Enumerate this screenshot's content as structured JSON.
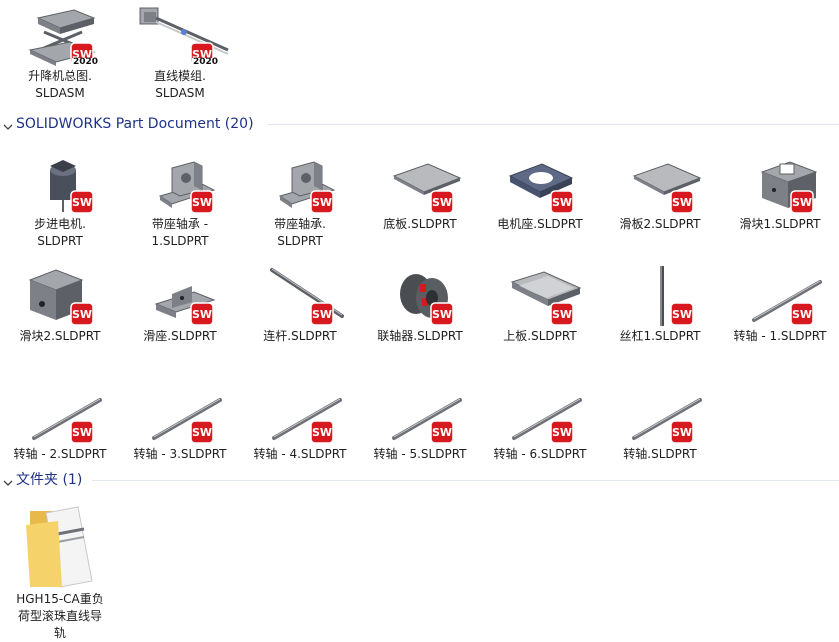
{
  "assemblies": [
    {
      "name": "升降机总图.\nSLDASM",
      "icon": "assembly-lift-icon",
      "badge_year": "2020"
    },
    {
      "name": "直线模组.\nSLDASM",
      "icon": "assembly-linear-module-icon",
      "badge_year": "2020"
    }
  ],
  "part_group": {
    "title": "SOLIDWORKS Part Document (20)",
    "items": [
      {
        "name": "步进电机.\nSLDPRT",
        "icon": "stepper-motor-icon"
      },
      {
        "name": "带座轴承 -\n1.SLDPRT",
        "icon": "pillow-bearing-icon"
      },
      {
        "name": "带座轴承.\nSLDPRT",
        "icon": "pillow-bearing-icon"
      },
      {
        "name": "底板.SLDPRT",
        "icon": "plate-icon"
      },
      {
        "name": "电机座.SLDPRT",
        "icon": "motor-mount-icon"
      },
      {
        "name": "滑板2.SLDPRT",
        "icon": "plate-icon"
      },
      {
        "name": "滑块1.SLDPRT",
        "icon": "slider-block-icon"
      },
      {
        "name": "滑块2.SLDPRT",
        "icon": "cube-block-icon"
      },
      {
        "name": "滑座.SLDPRT",
        "icon": "slide-seat-icon"
      },
      {
        "name": "连杆.SLDPRT",
        "icon": "rod-icon"
      },
      {
        "name": "联轴器.SLDPRT",
        "icon": "coupling-icon"
      },
      {
        "name": "上板.SLDPRT",
        "icon": "channel-plate-icon"
      },
      {
        "name": "丝杠1.SLDPRT",
        "icon": "lead-screw-icon"
      },
      {
        "name": "转轴 - 1.SLDPRT",
        "icon": "shaft-icon"
      },
      {
        "name": "转轴 - 2.SLDPRT",
        "icon": "shaft-icon"
      },
      {
        "name": "转轴 - 3.SLDPRT",
        "icon": "shaft-icon"
      },
      {
        "name": "转轴 - 4.SLDPRT",
        "icon": "shaft-icon"
      },
      {
        "name": "转轴 - 5.SLDPRT",
        "icon": "shaft-icon"
      },
      {
        "name": "转轴 - 6.SLDPRT",
        "icon": "shaft-icon"
      },
      {
        "name": "转轴.SLDPRT",
        "icon": "shaft-icon"
      }
    ]
  },
  "folder_group": {
    "title": "文件夹 (1)",
    "items": [
      {
        "name": "HGH15-CA重负\n荷型滚珠直线导\n轨",
        "icon": "folder-icon"
      }
    ]
  },
  "colors": {
    "group_title": "#1e3287",
    "badge_red": "#d7191f",
    "part_gray": "#8a8d92",
    "folder_yellow": "#f5d36a"
  }
}
